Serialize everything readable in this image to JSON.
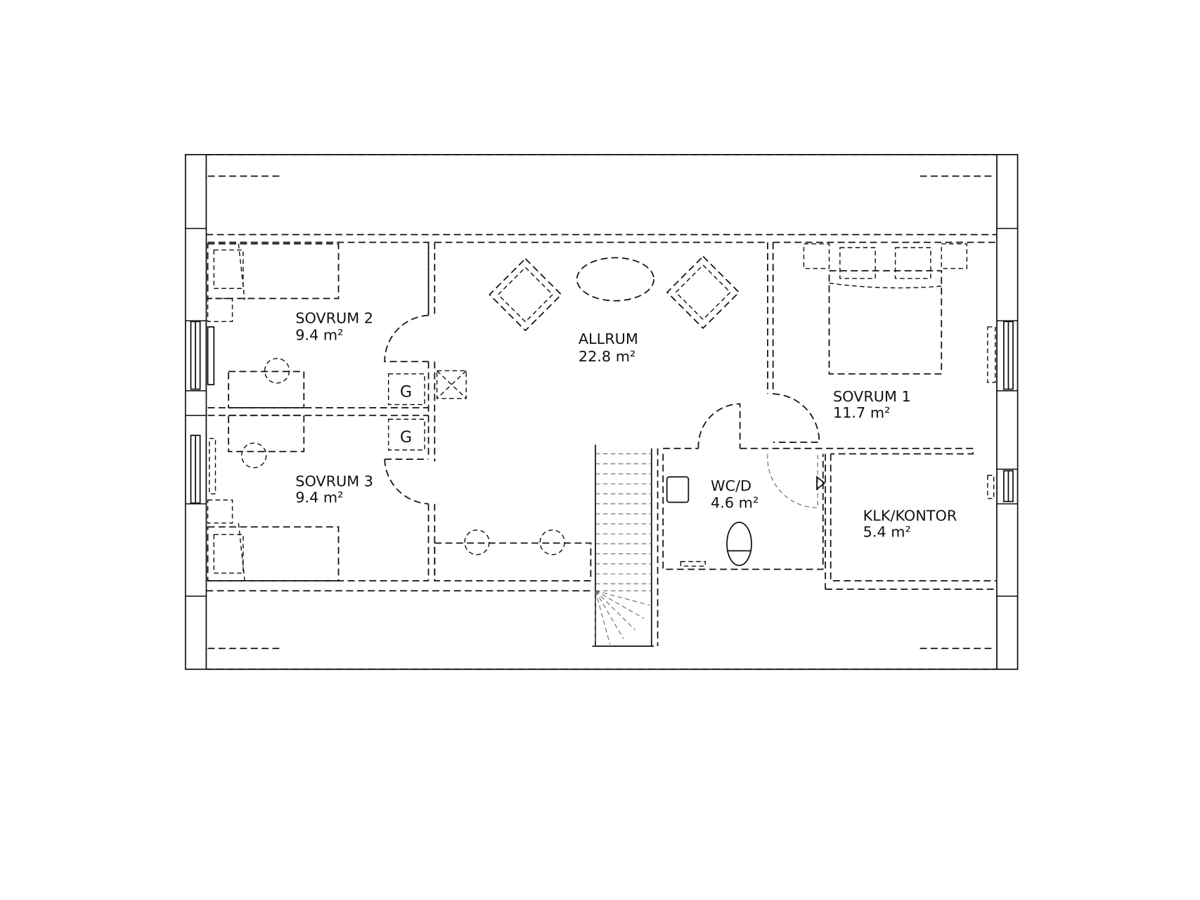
{
  "plan": {
    "rooms": [
      {
        "name": "SOVRUM 2",
        "area": "9.4 m²"
      },
      {
        "name": "ALLRUM",
        "area": "22.8 m²"
      },
      {
        "name": "SOVRUM 1",
        "area": "11.7 m²"
      },
      {
        "name": "SOVRUM 3",
        "area": "9.4 m²"
      },
      {
        "name": "WC/D",
        "area": "4.6 m²"
      },
      {
        "name": "KLK/KONTOR",
        "area": "5.4 m²"
      }
    ],
    "closet_labels": [
      "G",
      "G"
    ]
  }
}
